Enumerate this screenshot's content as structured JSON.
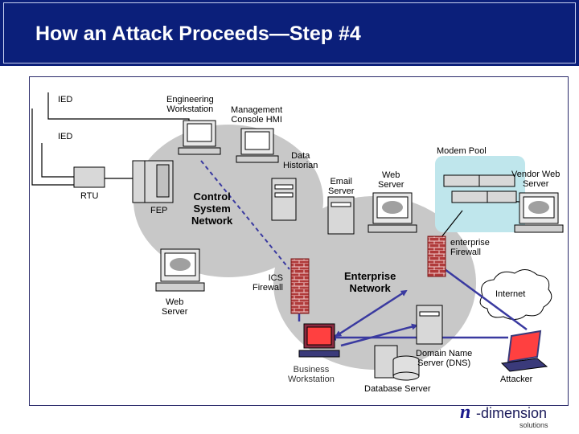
{
  "title": "How an Attack Proceeds—Step #4",
  "labels": {
    "ied_top": "IED",
    "ied_mid": "IED",
    "engineering_workstation": "Engineering\nWorkstation",
    "management_console": "Management\nConsole HMI",
    "data_historian": "Data\nHistorian",
    "rtu": "RTU",
    "fep": "FEP",
    "control_system_network": "Control\nSystem\nNetwork",
    "email_server": "Email\nServer",
    "web_server_top": "Web\nServer",
    "modem_pool": "Modem Pool",
    "vendor_web_server": "Vendor Web\nServer",
    "enterprise_firewall": "enterprise\nFirewall",
    "ics_firewall": "ICS\nFirewall",
    "enterprise_network": "Enterprise\nNetwork",
    "internet": "Internet",
    "web_server_left": "Web\nServer",
    "business_workstation": "Business\nWorkstation",
    "dns": "Domain Name\nServer (DNS)",
    "database_server": "Database Server",
    "attacker": "Attacker"
  },
  "logo": {
    "n": "n",
    "dimension": "-dimension",
    "solutions": "solutions"
  },
  "colors": {
    "title_bg": "#0b1f7a",
    "network_cloud": "#c8c8c8",
    "modem_pool_bg": "#bfe6ec",
    "firewall": "#b03a3a",
    "attack_path": "#3a3aa0",
    "business_screen": "#ff4040"
  }
}
